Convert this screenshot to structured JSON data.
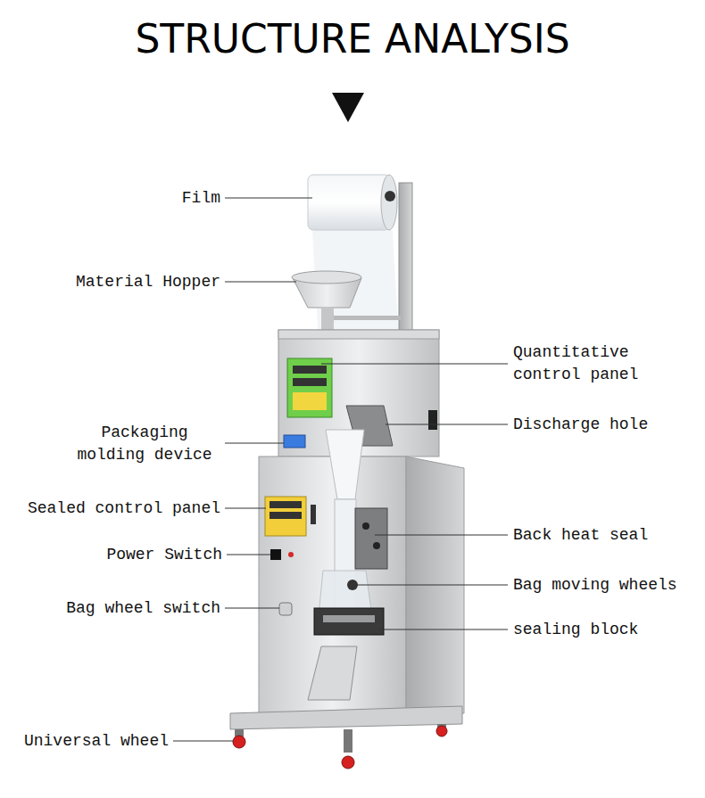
{
  "diagram": {
    "title": "STRUCTURE ANALYSIS",
    "labels": [
      "Film",
      "Material Hopper",
      "Quantitative control panel",
      "Discharge hole",
      "Packaging molding device",
      "Sealed control panel",
      "Back heat seal",
      "Power Switch",
      "Bag moving wheels",
      "Bag wheel switch",
      "sealing block",
      "Universal wheel"
    ]
  }
}
